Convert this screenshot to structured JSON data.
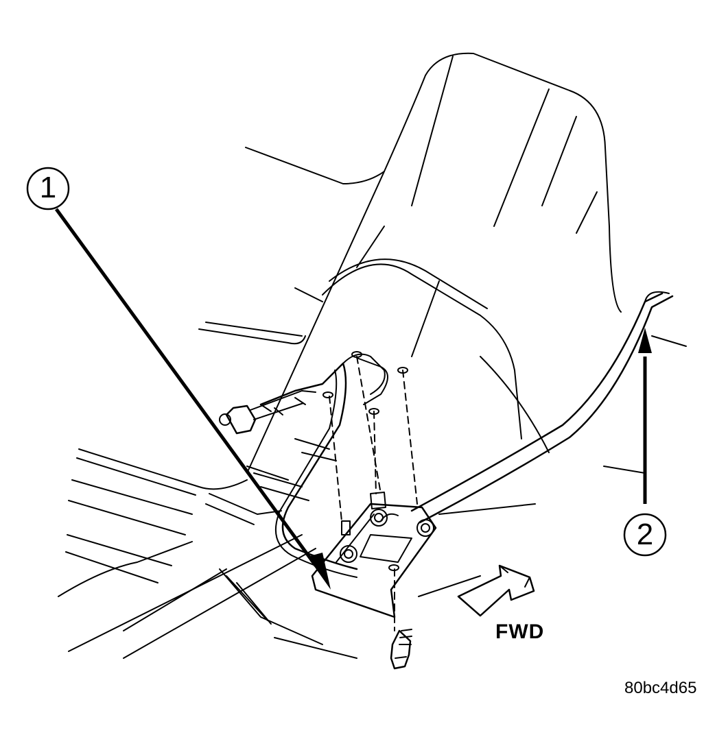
{
  "callouts": [
    {
      "id": "callout-1",
      "number": "1"
    },
    {
      "id": "callout-2",
      "number": "2"
    }
  ],
  "direction_label": "FWD",
  "figure_id": "80bc4d65",
  "colors": {
    "ink": "#000000",
    "paper": "#ffffff"
  }
}
